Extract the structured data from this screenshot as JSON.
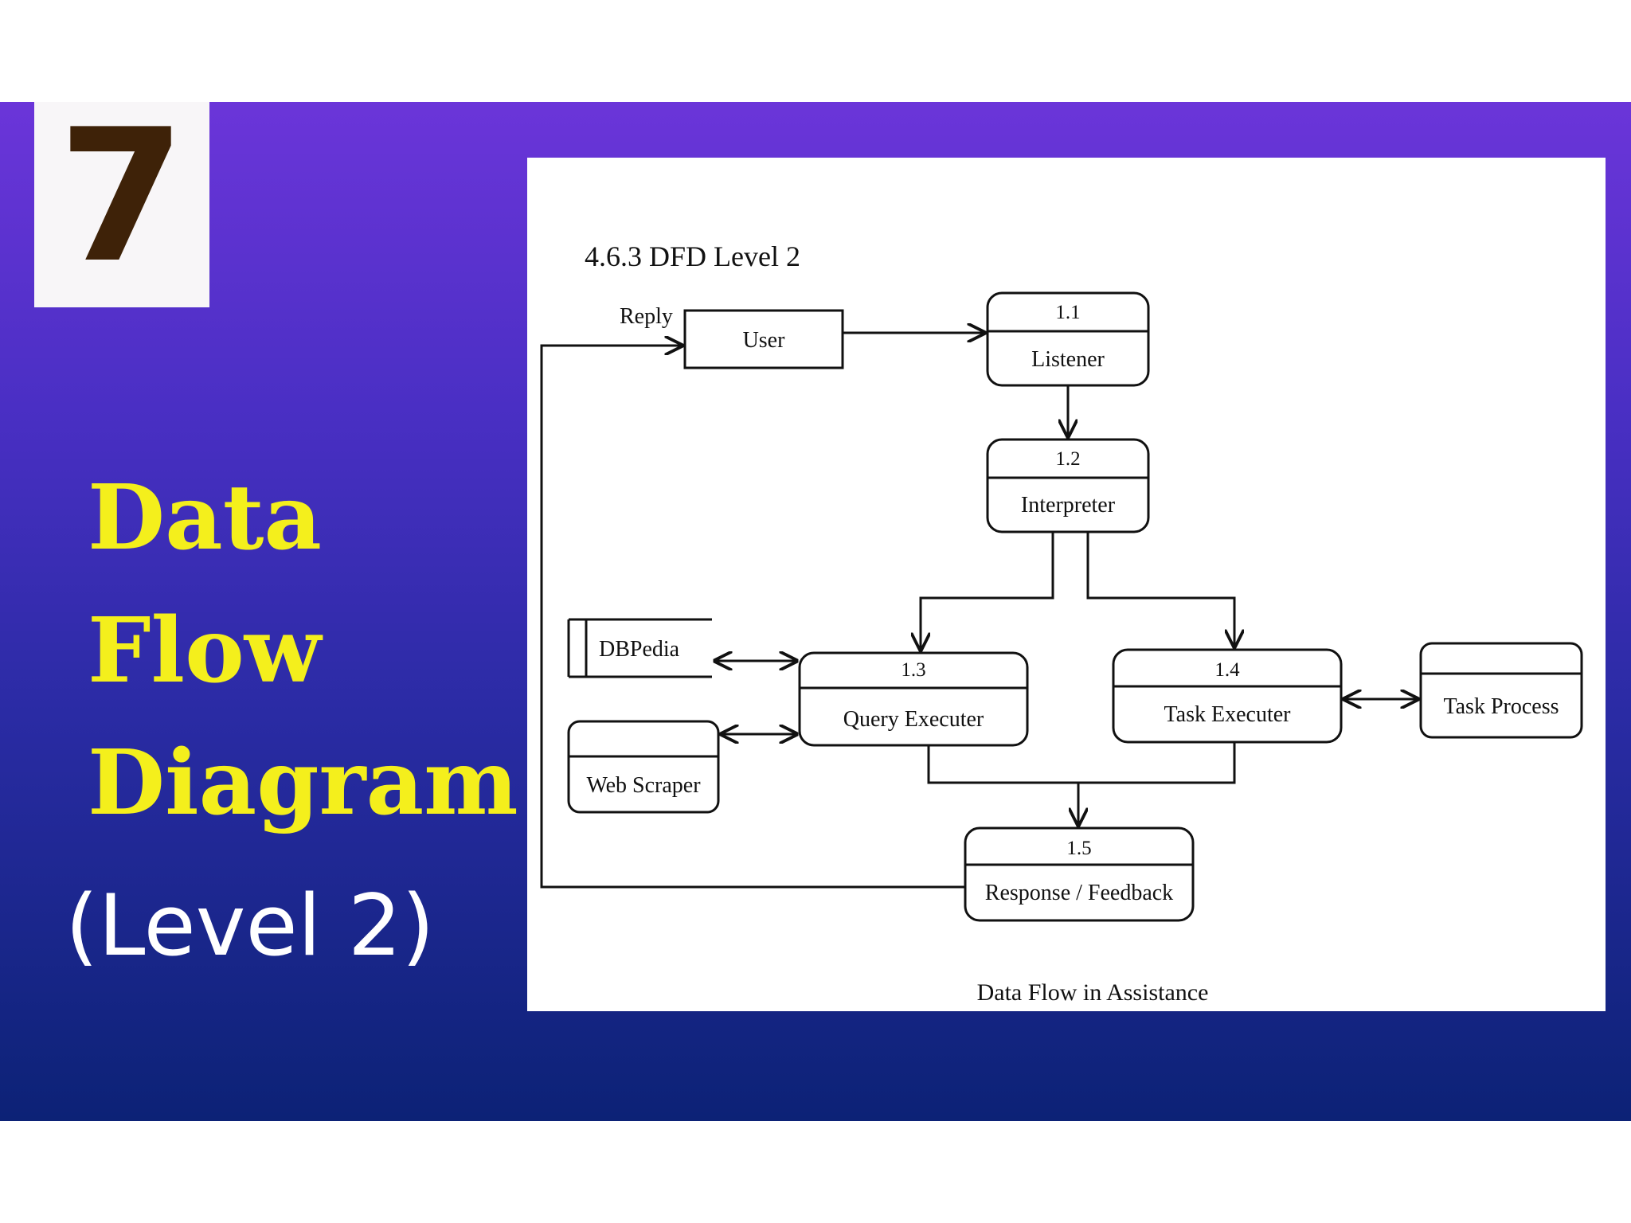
{
  "badge": {
    "number": "7"
  },
  "title": {
    "line1": "Data",
    "line2": "Flow",
    "line3": "Diagram",
    "subtitle": "(Level 2)"
  },
  "diagram": {
    "heading": "4.6.3 DFD Level 2",
    "caption": "Data Flow in Assistance",
    "reply_label": "Reply",
    "entities": {
      "user": "User",
      "dbpedia": "DBPedia",
      "web_scraper": "Web Scraper",
      "task_process": "Task Process"
    },
    "processes": [
      {
        "id": "1.1",
        "label": "Listener"
      },
      {
        "id": "1.2",
        "label": "Interpreter"
      },
      {
        "id": "1.3",
        "label": "Query Executer"
      },
      {
        "id": "1.4",
        "label": "Task Executer"
      },
      {
        "id": "1.5",
        "label": "Response / Feedback"
      }
    ]
  },
  "colors": {
    "banner_top": "#6b35d9",
    "banner_bottom": "#0c2276",
    "title_yellow": "#f4ef1c",
    "badge_number": "#3e2208"
  }
}
